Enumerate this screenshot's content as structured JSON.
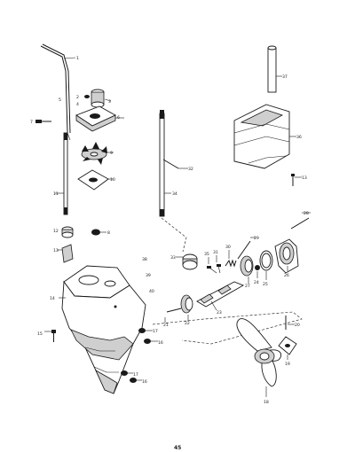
{
  "callouts": {
    "c1": "1",
    "c2": "2",
    "c3": "3",
    "c4": "4",
    "c5": "5",
    "c6": "6",
    "c7": "7",
    "c8": "8",
    "c9": "9",
    "c10": "10",
    "c11": "11",
    "c12": "12",
    "c13a": "13",
    "c13b": "13",
    "c14": "14",
    "c15": "15",
    "c16a": "16",
    "c16b": "16",
    "c17a": "17",
    "c17b": "17",
    "c18": "18",
    "c19": "19",
    "c20": "20",
    "c21": "21",
    "c22": "22",
    "c23": "23",
    "c24": "24",
    "c25": "25",
    "c26": "26",
    "c27": "27",
    "c28": "28",
    "c29": "29",
    "c30": "30",
    "c31": "31",
    "c32": "32",
    "c33": "33",
    "c34": "34",
    "c35": "35",
    "c36": "36",
    "c37": "37",
    "c38": "38",
    "c39": "39",
    "c40": "40"
  },
  "page_number": "45"
}
